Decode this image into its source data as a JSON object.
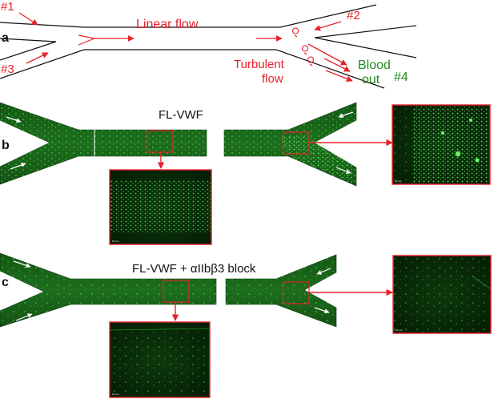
{
  "panel_a": {
    "letter": "a",
    "inlet_1": "#1",
    "inlet_2": "#2",
    "inlet_3": "#3",
    "outlet_4": "#4",
    "linear_flow": "Linear flow",
    "turbulent_flow_line1": "Turbulent",
    "turbulent_flow_line2": "flow",
    "blood_line1": "Blood",
    "blood_line2": "out"
  },
  "panel_b": {
    "letter": "b",
    "title": "FL-VWF",
    "scale_left": "10 um",
    "scale_right": "10 um"
  },
  "panel_c": {
    "letter": "c",
    "title": "FL-VWF + αIIbβ3 block",
    "scale_left": "10 um",
    "scale_right": "10 um"
  },
  "colors": {
    "annotation_red": "#e8202a",
    "outlet_green": "#1f8f1f",
    "fluorescence_green": "#2f8a2f",
    "channel_dark": "#0a2a0a"
  }
}
